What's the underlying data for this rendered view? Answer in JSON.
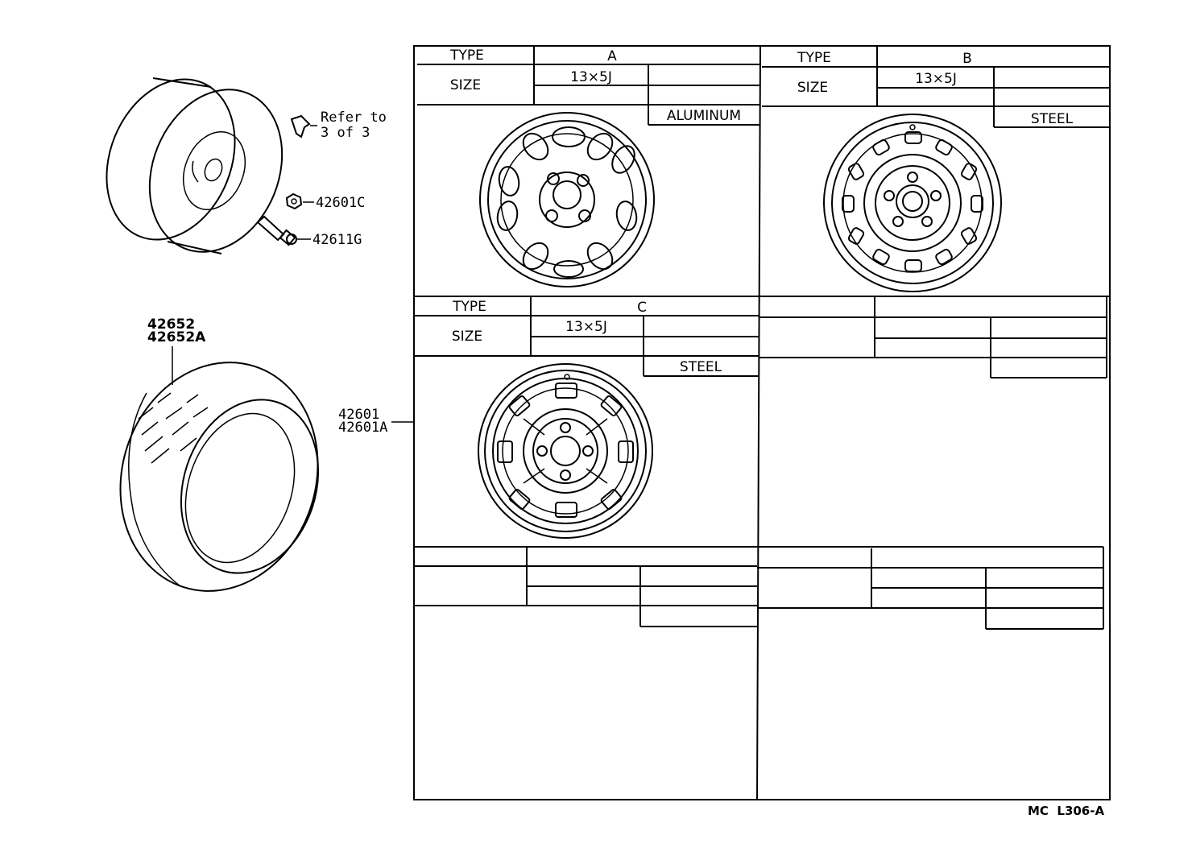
{
  "callouts": {
    "refer_line1": "Refer to",
    "refer_line2": "3 of 3",
    "nut": "42601C",
    "valve": "42611G",
    "tire_1": "42652",
    "tire_2": "42652A",
    "wheel_1": "42601",
    "wheel_2": "42601A"
  },
  "table": {
    "type_label": "TYPE",
    "size_label": "SIZE",
    "panels": [
      {
        "type": "A",
        "size": "13×5J",
        "material": "ALUMINUM"
      },
      {
        "type": "B",
        "size": "13×5J",
        "material": "STEEL"
      },
      {
        "type": "C",
        "size": "13×5J",
        "material": "STEEL"
      }
    ]
  },
  "footer": {
    "code": "MC  L306-A"
  }
}
